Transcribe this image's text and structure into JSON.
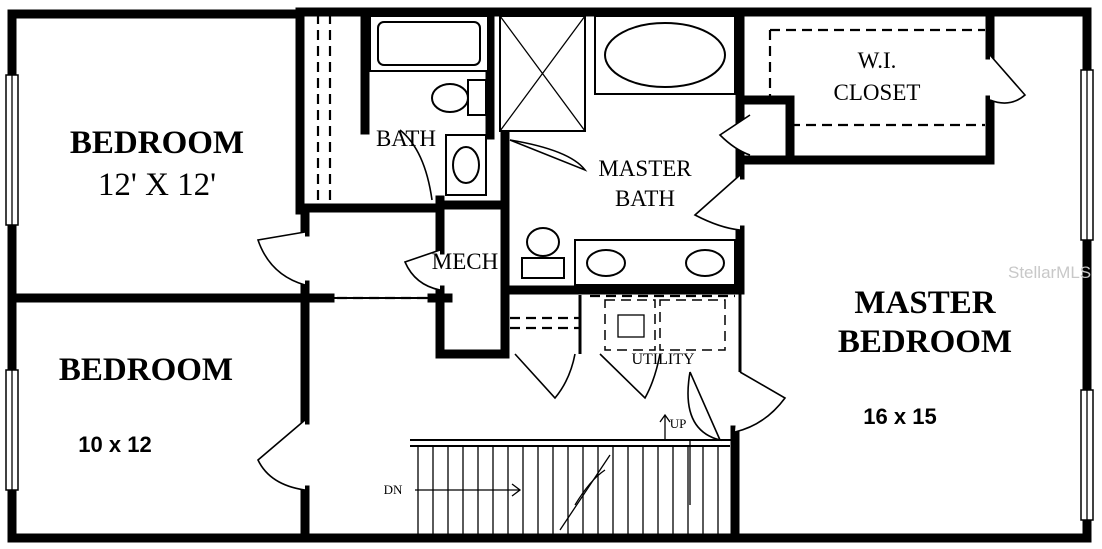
{
  "rooms": {
    "bedroom_1": {
      "name": "BEDROOM",
      "size": "12' X 12'"
    },
    "bath": {
      "name": "BATH"
    },
    "master_bath": {
      "line1": "MASTER",
      "line2": "BATH"
    },
    "wi_closet": {
      "line1": "W.I.",
      "line2": "CLOSET"
    },
    "mech": {
      "name": "MECH"
    },
    "utility": {
      "name": "UTILITY"
    },
    "bedroom_2": {
      "name": "BEDROOM",
      "size": "10 x 12"
    },
    "master_bedroom": {
      "line1": "MASTER",
      "line2": "BEDROOM",
      "size": "16 x 15"
    }
  },
  "stairs": {
    "up": "UP",
    "down": "DN"
  },
  "watermark": "StellarMLS"
}
